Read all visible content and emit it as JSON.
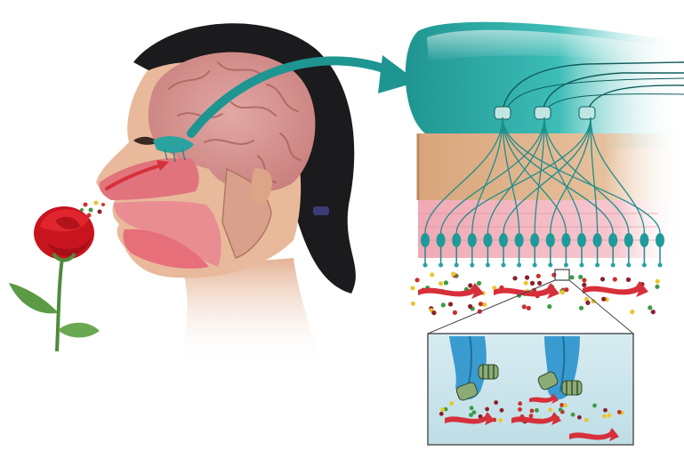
{
  "figure": {
    "subject": "olfaction",
    "parts": [
      "person-smelling-rose",
      "brain-cutaway",
      "nasal-cavity",
      "olfactory-bulb",
      "olfactory-epithelium",
      "odor-molecules",
      "receptor-closeup"
    ]
  },
  "colors": {
    "skin": "#e9b99c",
    "skin_shadow": "#c98d6f",
    "hair": "#1b1a1c",
    "brain": "#d59592",
    "brain_fold": "#a8615f",
    "nasal": "#e0737c",
    "bulb_teal": "#2aa3a0",
    "bulb_light": "#7fd3cf",
    "bone": "#dcae83",
    "epithelium": "#f2b6c0",
    "neuron": "#1e8e8b",
    "rose": "#d01822",
    "stem": "#4f8a3a",
    "arrow_red": "#d6303b",
    "inset_bg": "#c9e2ea",
    "inset_border": "#555555",
    "receptor_blue": "#3a9bd1"
  },
  "molecule_colors": [
    "#c8302e",
    "#e9c630",
    "#3c9a47",
    "#8a1f2a"
  ],
  "neuron_count": 16,
  "axon_bundles": 3
}
